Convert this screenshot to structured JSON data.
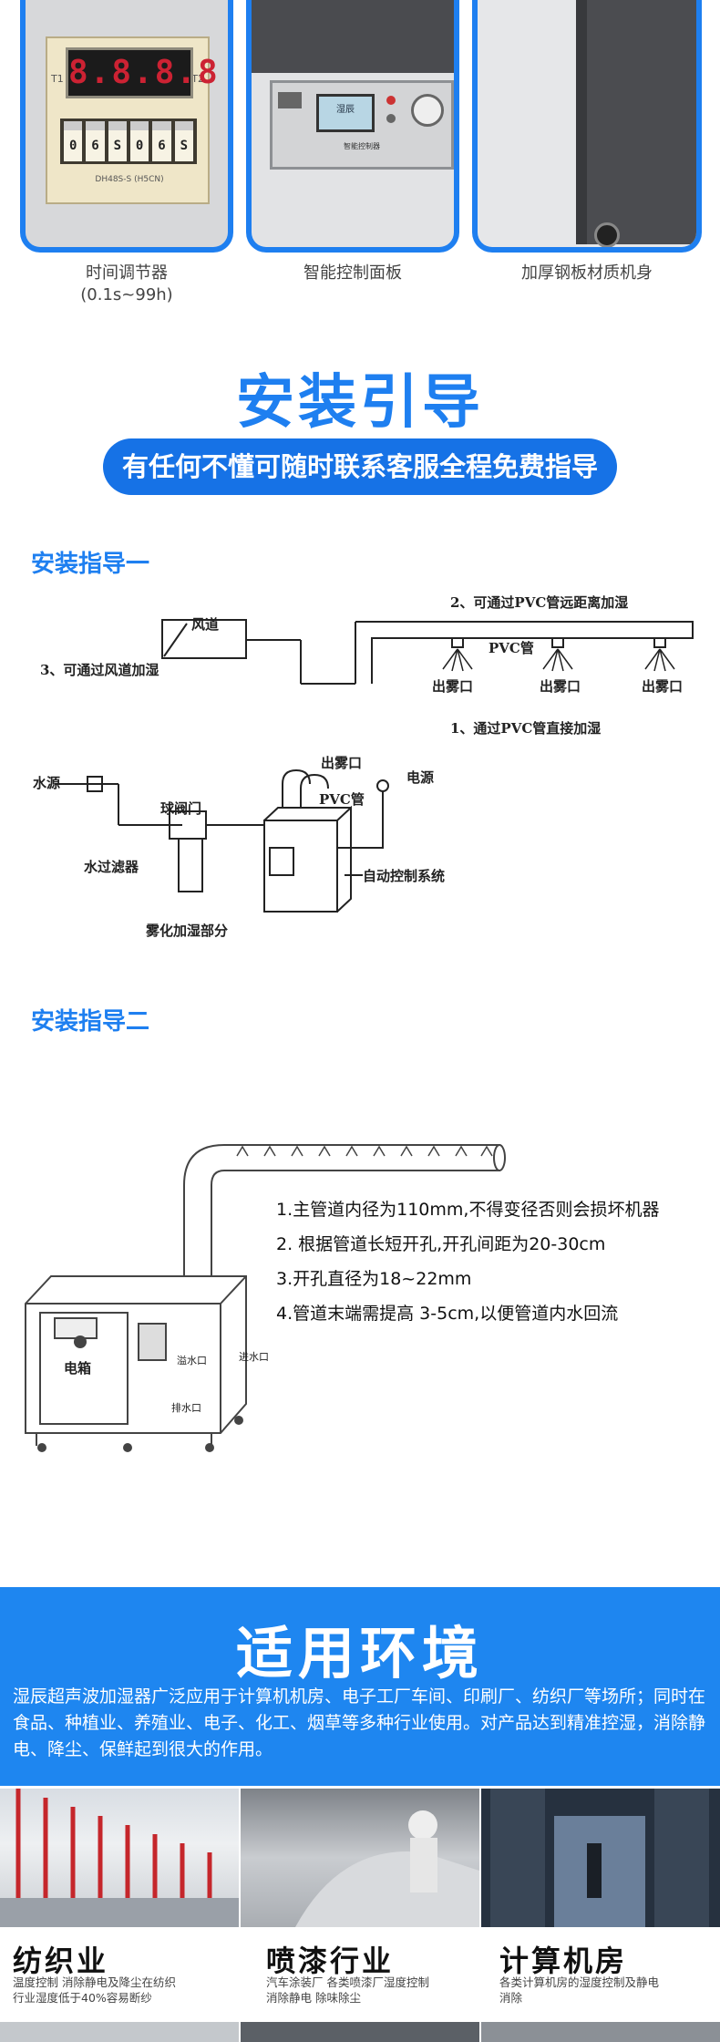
{
  "features": [
    {
      "caption_line1": "时间调节器",
      "caption_line2": "(0.1s~99h)"
    },
    {
      "caption_line1": "智能控制面板"
    },
    {
      "caption_line1": "加厚钢板材质机身"
    }
  ],
  "timer": {
    "lcd": "8.8.8.8",
    "t1": "T1",
    "t2": "T2",
    "digits": [
      "0",
      "6",
      "S",
      "0",
      "6",
      "S"
    ],
    "model": "DH48S-S (H5CN)"
  },
  "panel": {
    "screen": "湿辰",
    "label": "智能控制器"
  },
  "install": {
    "title": "安装引导",
    "pill": "有任何不懂可随时联系客服全程免费指导",
    "guide1": {
      "title": "安装指导一",
      "labels": {
        "duct": "风道",
        "duct_note": "3、可通过风道加湿",
        "pvc_far": "2、可通过PVC管远距离加湿",
        "pvc_pipe": "PVC管",
        "outlet": "出雾口",
        "pvc_direct": "1、通过PVC管直接加湿",
        "water_source": "水源",
        "ball_valve": "球阀门",
        "outlet_top": "出雾口",
        "pvc_pipe2": "PVC管",
        "power": "电源",
        "water_filter": "水过滤器",
        "auto_control": "自动控制系统",
        "atomizer": "雾化加湿部分"
      }
    },
    "guide2": {
      "title": "安装指导二",
      "notes": [
        "1.主管道内径为110mm,不得变径否则会损坏机器",
        "2. 根据管道长短开孔,开孔间距为20-30cm",
        "3.开孔直径为18~22mm",
        "4.管道末端需提高 3-5cm,以便管道内水回流"
      ],
      "machine": {
        "box": "电箱",
        "inlet": "进水口",
        "overflow": "溢水口",
        "drain": "排水口"
      }
    }
  },
  "env": {
    "title": "适用环境",
    "desc": "湿辰超声波加湿器广泛应用于计算机机房、电子工厂车间、印刷厂、纺织厂等场所；同时在食品、种植业、养殖业、电子、化工、烟草等多种行业使用。对产品达到精准控湿，消除静电、降尘、保鲜起到很大的作用。",
    "items": [
      {
        "title": "纺织业",
        "desc_line1": "温度控制 消除静电及降尘在纺织",
        "desc_line2": "行业湿度低于40%容易断纱"
      },
      {
        "title": "喷漆行业",
        "desc_line1": "汽车涂装厂 各类喷漆厂湿度控制",
        "desc_line2": "消除静电 除味除尘"
      },
      {
        "title": "计算机房",
        "desc_line1": "各类计算机房的湿度控制及静电",
        "desc_line2": "消除"
      }
    ]
  },
  "colors": {
    "brand_blue": "#1e7ff0",
    "band_blue": "#1e86f0"
  }
}
